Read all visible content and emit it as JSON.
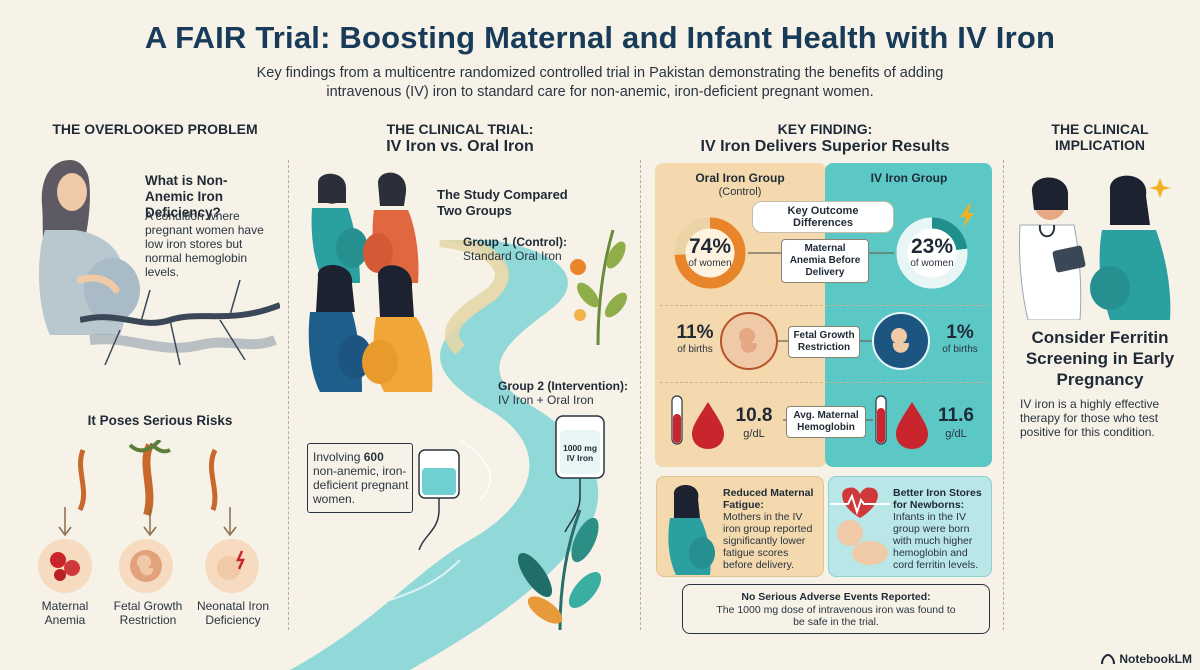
{
  "header": {
    "title": "A FAIR Trial: Boosting Maternal and Infant Health with IV Iron",
    "subtitle": "Key findings from a multicentre randomized controlled trial in Pakistan demonstrating the benefits of adding intravenous (IV) iron to standard care for non-anemic, iron-deficient pregnant women."
  },
  "problem": {
    "heading": "THE OVERLOOKED PROBLEM",
    "q_title": "What is Non-Anemic Iron Deficiency?",
    "q_body": "A condition where pregnant women have low iron stores but normal hemoglobin levels.",
    "risks_heading": "It Poses Serious Risks",
    "risks": [
      "Maternal Anemia",
      "Fetal Growth Restriction",
      "Neonatal Iron Deficiency"
    ]
  },
  "trial": {
    "heading_line1": "THE CLINICAL TRIAL:",
    "heading_line2": "IV Iron vs. Oral Iron",
    "compared": "The Study Compared Two Groups",
    "group1_title": "Group 1 (Control):",
    "group1_desc": "Standard Oral Iron",
    "group2_title": "Group 2 (Intervention):",
    "group2_desc": "IV Iron + Oral Iron",
    "involving_prefix": "Involving",
    "involving_count": "600",
    "involving_rest": "non-anemic, iron-deficient pregnant women.",
    "iv_bag_label": "1000 mg IV Iron"
  },
  "finding": {
    "heading_line1": "KEY FINDING:",
    "heading_line2": "IV Iron Delivers Superior Results",
    "oral_label": "Oral Iron Group",
    "oral_sub": "(Control)",
    "iv_label": "IV Iron Group",
    "outcome_label": "Key Outcome Differences",
    "rows": [
      {
        "metric": "Maternal Anemia Before Delivery",
        "oral_value": "74%",
        "oral_unit": "of women",
        "iv_value": "23%",
        "iv_unit": "of women"
      },
      {
        "metric": "Fetal Growth Restriction",
        "oral_value": "11%",
        "oral_unit": "of births",
        "iv_value": "1%",
        "iv_unit": "of births"
      },
      {
        "metric": "Avg. Maternal Hemoglobin",
        "oral_value": "10.8",
        "oral_unit": "g/dL",
        "iv_value": "11.6",
        "iv_unit": "g/dL"
      }
    ],
    "oral_anemia_fraction": 0.74,
    "iv_anemia_fraction": 0.23,
    "fatigue_title": "Reduced Maternal Fatigue:",
    "fatigue_body": "Mothers in the IV iron group reported significantly lower fatigue scores before delivery.",
    "newborn_title": "Better Iron Stores for Newborns:",
    "newborn_body": "Infants in the IV group were born with much higher hemoglobin and cord ferritin levels.",
    "safety_title": "No Serious Adverse Events Reported:",
    "safety_body": "The 1000 mg dose of intravenous iron was found to be safe in the trial."
  },
  "implication": {
    "heading": "THE CLINICAL IMPLICATION",
    "title": "Consider Ferritin Screening in Early Pregnancy",
    "body": "IV iron is a highly effective therapy for those who test positive for this condition."
  },
  "brand": "NotebookLM",
  "colors": {
    "oral_panel": "#f3d9ad",
    "iv_panel": "#5cc8c6",
    "river": "#6fcfd3",
    "accent_orange": "#e8842a",
    "accent_red": "#c8262c",
    "title_blue": "#173b59"
  }
}
